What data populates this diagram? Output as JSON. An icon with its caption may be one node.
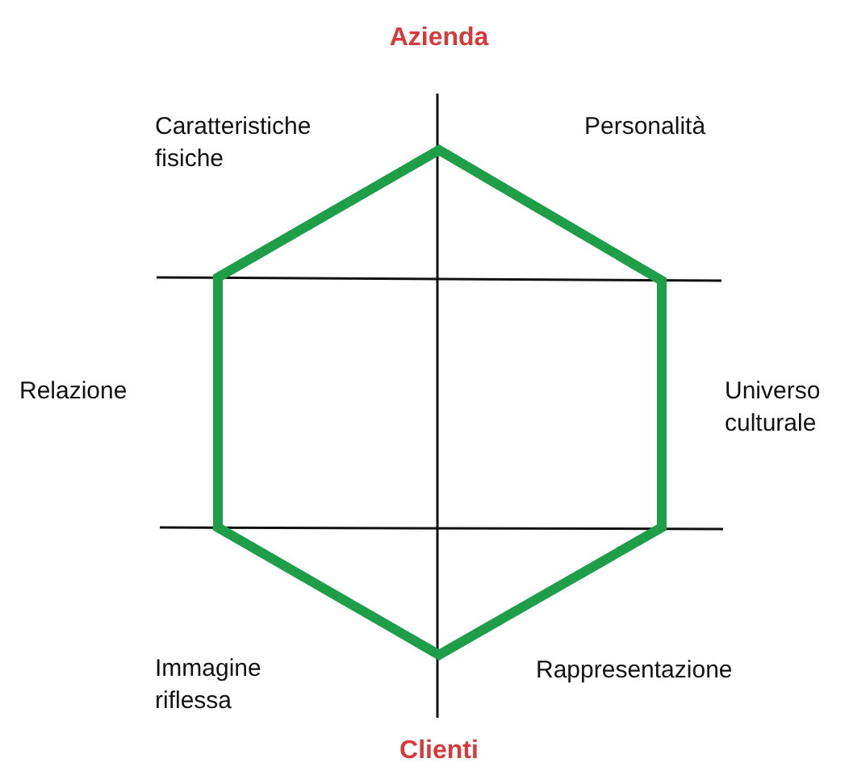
{
  "diagram": {
    "labels": [
      "Azienda",
      "Caratteristiche fisiche",
      "Personalità",
      "Relazione",
      "Universo culturale",
      "Immagine riflessa",
      "Rappresentazione",
      "Clienti"
    ]
  }
}
